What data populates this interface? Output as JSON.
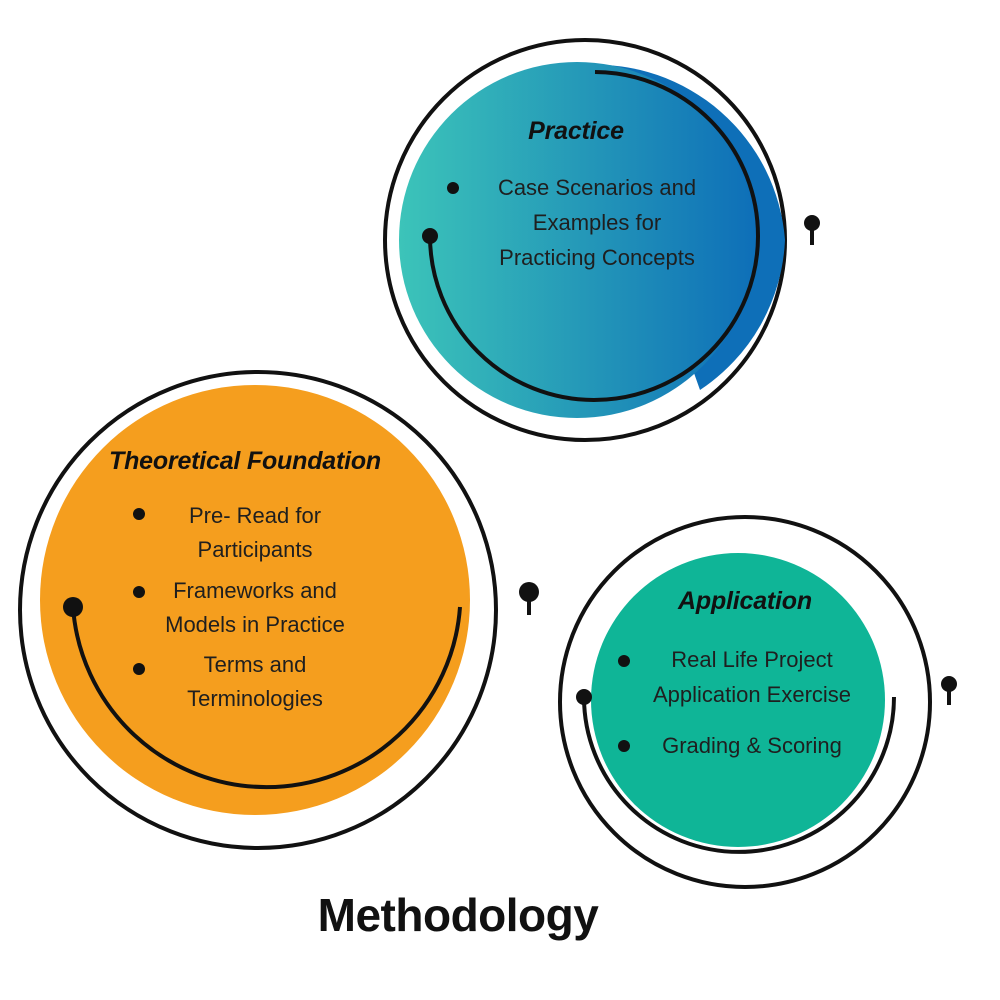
{
  "colors": {
    "practice_start": "#3cc4b9",
    "practice_end": "#0e6fb8",
    "theory": "#f59e1e",
    "application": "#0fb597",
    "stroke": "#111111"
  },
  "title": "Methodology",
  "practice": {
    "title": "Practice",
    "items": [
      "Case Scenarios and\nExamples for\nPracticing Concepts"
    ]
  },
  "theory": {
    "title": "Theoretical Foundation",
    "items": [
      "Pre- Read for\nParticipants",
      "Frameworks and\nModels in Practice",
      "Terms and\nTerminologies"
    ]
  },
  "application": {
    "title": "Application",
    "items": [
      "Real Life Project\nApplication Exercise",
      "Grading & Scoring"
    ]
  }
}
